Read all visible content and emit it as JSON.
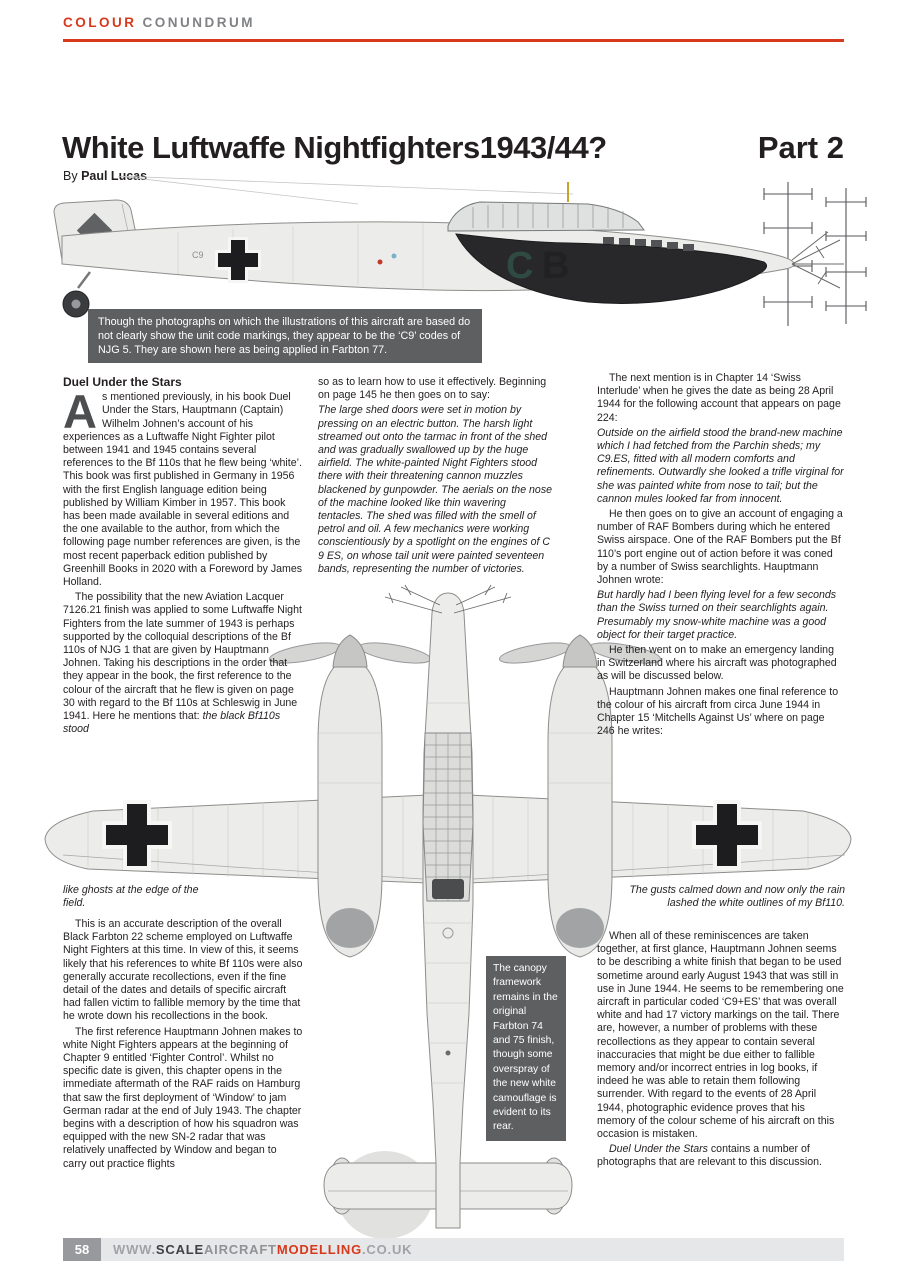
{
  "header": {
    "label_primary": "COLOUR",
    "label_secondary": "CONUNDRUM",
    "title": "White Luftwaffe Nightfighters1943/44?",
    "part": "Part 2",
    "byline_prefix": "By ",
    "author": "Paul Lucas"
  },
  "illustrations": {
    "side_view": {
      "code_small": "C9",
      "code_c": "C",
      "code_b": "B",
      "caption": "Though the photographs on which the illustrations of this aircraft are based do not clearly show the unit code markings, they appear to be the ‘C9’ codes of NJG 5. They are shown here as being applied in Farbton 77."
    },
    "plan_view": {
      "caption": "The canopy framework remains in the original Farbton 74 and 75 finish, though some overspray of the new white camouflage is evident to its rear."
    }
  },
  "columns": {
    "col1": {
      "heading": "Duel Under the Stars",
      "dropcap": "A",
      "p1": "s mentioned previously, in his book Duel Under the Stars, Hauptmann (Captain) Wilhelm Johnen’s account of his experiences as a Luftwaffe Night Fighter pilot between 1941 and 1945 contains several references to the Bf 110s that he flew being ‘white’. This book was first published in Germany in 1956 with the first English language edition being published by William Kimber in 1957. This book has been made available in several editions and the one available to the author, from which the following page number references are given, is the most recent paperback edition published by Greenhill Books in 2020 with a Foreword by James Holland.",
      "p2": "The possibility that the new Aviation Lacquer 7126.21 finish was applied to some Luftwaffe Night Fighters from the late summer of 1943 is perhaps supported by the colloquial descriptions of the Bf 110s of NJG 1 that are given by Hauptmann Johnen. Taking his descriptions in the order that they appear in the book, the first reference to the colour of the aircraft that he flew is given on page 30 with regard to the Bf 110s at Schleswig in June 1941. Here he mentions that: ",
      "p2_italic": "the black Bf110s stood",
      "p3": "like ghosts at the edge of the field.",
      "p4": "This is an accurate description of the overall Black Farbton 22 scheme employed on Luftwaffe Night Fighters at this time. In view of this, it seems likely that his references to white Bf 110s were also generally accurate recollections, even if the fine detail of the dates and details of specific aircraft had fallen victim to fallible memory by the time that he wrote down his recollections in the book.",
      "p5": "The first reference Hauptmann Johnen makes to white Night Fighters appears at the beginning of Chapter 9 entitled ‘Fighter Control’. Whilst no specific date is given, this chapter opens in the immediate aftermath of the RAF raids on Hamburg that saw the first deployment of ‘Window’ to jam German radar at the end of July 1943.  The chapter begins with a description of how his squadron was equipped with the new SN-2 radar that was relatively unaffected by Window and began to carry out practice flights"
    },
    "col2": {
      "p1": "so as to learn how to use it effectively. Beginning on page 145 he then goes on to say:",
      "quote1": "The large shed doors were set in motion by pressing on an electric button. The harsh light streamed out onto the tarmac in front of the shed and was gradually swallowed up by the huge airfield. The white-painted Night Fighters stood there with their threatening cannon muzzles blackened by gunpowder. The aerials on the nose of the machine looked like thin wavering tentacles. The shed was filled with the smell of petrol and oil. A few mechanics were working conscientiously by a spotlight on the engines of C 9 ES, on whose tail unit were painted seventeen bands, representing the number of victories."
    },
    "col3": {
      "p1": "The next mention is in Chapter 14 ‘Swiss Interlude’ when he gives the date as being 28 April 1944 for the following account that appears on page 224:",
      "quote1": "Outside on the airfield stood the brand-new machine which I had fetched from the Parchin sheds; my C9.ES, fitted with all modern comforts and refinements. Outwardly she looked a trifle virginal for she was painted white from nose to tail; but the cannon mules looked far from innocent.",
      "p2": "He then goes on to give an account of engaging a number of RAF Bombers during which he entered Swiss airspace. One of the RAF Bombers put the Bf 110’s port engine out of action before it was coned by a number of Swiss searchlights. Hauptmann Johnen wrote:",
      "quote2": "But hardly had I been flying level for a few seconds than the Swiss turned on their searchlights again. Presumably my snow-white machine was a good object for their target practice.",
      "p3": "He then went on to make an emergency landing in Switzerland where his aircraft was photographed as will be discussed below.",
      "p4": "Hauptmann Johnen makes one final reference to the colour of his aircraft from circa June 1944 in Chapter 15 ‘Mitchells Against Us’ where on page 246 he writes:",
      "quote3": "The gusts calmed down and now only the rain lashed the white outlines of my Bf110.",
      "p5": "When all of these reminiscences are taken together, at first glance, Hauptmann Johnen seems to be describing a white finish that began to be used sometime around early August 1943 that was still in use in June 1944. He seems to be remembering one aircraft in particular coded ‘C9+ES’ that was overall white and had 17 victory markings on the tail. There are, however, a number of problems with these recollections as they appear to contain several inaccuracies that might be due either to fallible memory and/or incorrect entries in log books, if indeed he was able to retain them following surrender. With regard to the events of 28 April 1944, photographic evidence proves that his memory of the colour scheme of his aircraft on this occasion is mistaken.",
      "p6_italic": "Duel Under the Stars",
      "p6_rest": " contains a number of photographs that are relevant to this discussion."
    }
  },
  "footer": {
    "page_number": "58",
    "url_www": "WWW.",
    "url_scale": "SCALE",
    "url_aircraft": "AIRCRAFT",
    "url_modelling": "MODELLING",
    "url_tld": ".CO.UK"
  },
  "colors": {
    "accent_red": "#d6391c",
    "caption_box": "#4d4e50",
    "code_letter_green": "#2f4a40",
    "footer_bar": "#e6e7e8",
    "page_number_box": "#97999c"
  }
}
